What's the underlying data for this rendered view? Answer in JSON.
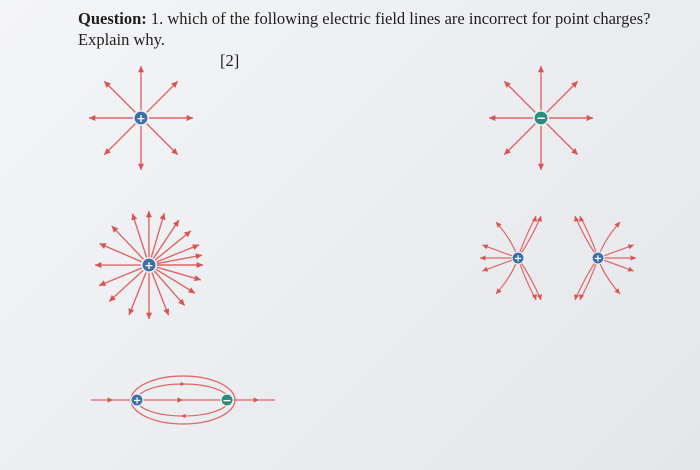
{
  "question": {
    "label": "Question:",
    "text": " 1. which of the following electric field lines are incorrect for point charges?",
    "line2": "Explain why.",
    "marks": "[2]"
  },
  "symbols": {
    "positive": "+",
    "negative": "−"
  },
  "colors": {
    "field_line": "#e06666",
    "arrow": "#d9534f",
    "positive_charge": "#3d6fa3",
    "negative_charge": "#2e8b80",
    "text": "#1e1e1e"
  },
  "diagrams": [
    {
      "name": "positive-point-charge",
      "charge": "positive"
    },
    {
      "name": "negative-point-charge",
      "charge": "negative"
    },
    {
      "name": "positive-dense-charge",
      "charge": "positive"
    },
    {
      "name": "two-positive-charges",
      "charges": [
        "positive",
        "positive"
      ]
    },
    {
      "name": "positive-negative-pair",
      "charges": [
        "positive",
        "negative"
      ]
    }
  ]
}
